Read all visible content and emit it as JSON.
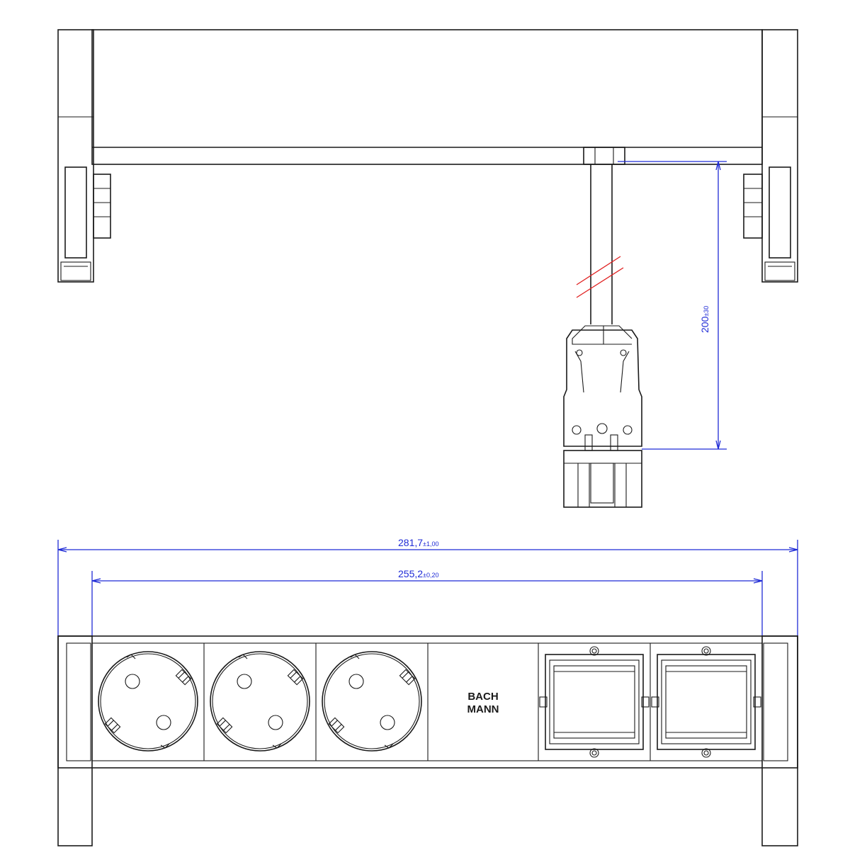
{
  "dimensions": {
    "overall_width": {
      "value": "281,7",
      "tolerance": "±1,00"
    },
    "inner_width": {
      "value": "255,2",
      "tolerance": "±0,20"
    },
    "cable_length": {
      "value": "200",
      "tolerance": "±30"
    }
  },
  "front_view": {
    "modules": [
      {
        "type": "schuko-socket"
      },
      {
        "type": "schuko-socket"
      },
      {
        "type": "schuko-socket"
      },
      {
        "type": "logo-blank",
        "brand_line1": "BACH",
        "brand_line2": "MANN"
      },
      {
        "type": "custom-module-frame"
      },
      {
        "type": "custom-module-frame"
      }
    ]
  },
  "colors": {
    "line": "#1a1a1a",
    "dimension": "#1f2bd6",
    "break_mark": "#e02020"
  }
}
